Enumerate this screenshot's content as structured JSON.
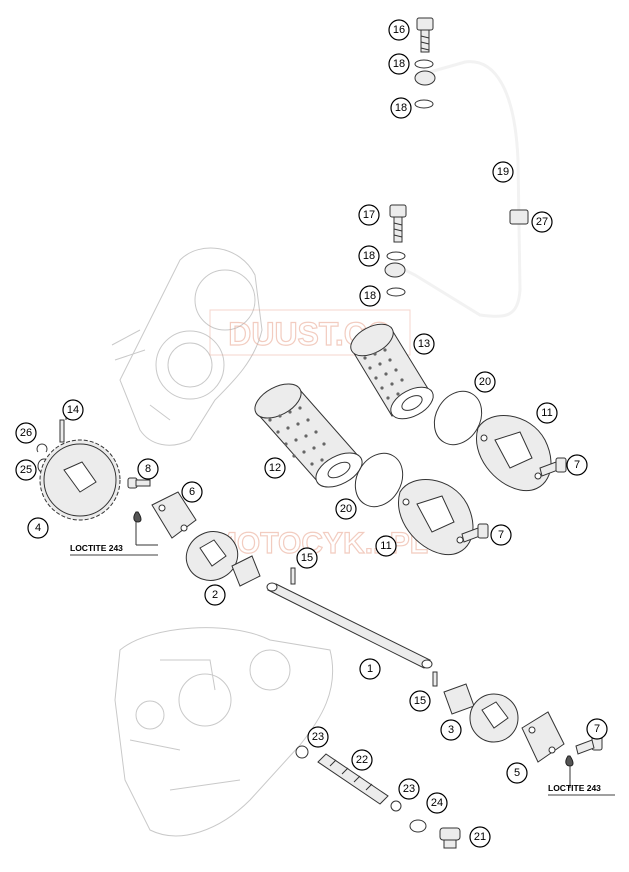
{
  "callouts": [
    {
      "id": "c16",
      "label": "16"
    },
    {
      "id": "c18a",
      "label": "18"
    },
    {
      "id": "c18b",
      "label": "18"
    },
    {
      "id": "c19",
      "label": "19"
    },
    {
      "id": "c27",
      "label": "27"
    },
    {
      "id": "c17",
      "label": "17"
    },
    {
      "id": "c18c",
      "label": "18"
    },
    {
      "id": "c18d",
      "label": "18"
    },
    {
      "id": "c13",
      "label": "13"
    },
    {
      "id": "c20a",
      "label": "20"
    },
    {
      "id": "c11a",
      "label": "11"
    },
    {
      "id": "c7a",
      "label": "7"
    },
    {
      "id": "c12",
      "label": "12"
    },
    {
      "id": "c20b",
      "label": "20"
    },
    {
      "id": "c11b",
      "label": "11"
    },
    {
      "id": "c7b",
      "label": "7"
    },
    {
      "id": "c14",
      "label": "14"
    },
    {
      "id": "c26",
      "label": "26"
    },
    {
      "id": "c25",
      "label": "25"
    },
    {
      "id": "c4",
      "label": "4"
    },
    {
      "id": "c8",
      "label": "8"
    },
    {
      "id": "c6",
      "label": "6"
    },
    {
      "id": "c2",
      "label": "2"
    },
    {
      "id": "c15a",
      "label": "15"
    },
    {
      "id": "c1",
      "label": "1"
    },
    {
      "id": "c15b",
      "label": "15"
    },
    {
      "id": "c3",
      "label": "3"
    },
    {
      "id": "c7c",
      "label": "7"
    },
    {
      "id": "c5",
      "label": "5"
    },
    {
      "id": "c23a",
      "label": "23"
    },
    {
      "id": "c22",
      "label": "22"
    },
    {
      "id": "c23b",
      "label": "23"
    },
    {
      "id": "c24",
      "label": "24"
    },
    {
      "id": "c21",
      "label": "21"
    }
  ],
  "notes": {
    "loctite_left": "LOCTITE 243",
    "loctite_right": "LOCTITE 243"
  },
  "watermark": {
    "line1": "DUUST.CO",
    "line2": "MOTOCYK...PL"
  },
  "colors": {
    "line": "#333333",
    "ghost": "#c9c9c9",
    "watermark": "#e8a48e"
  }
}
